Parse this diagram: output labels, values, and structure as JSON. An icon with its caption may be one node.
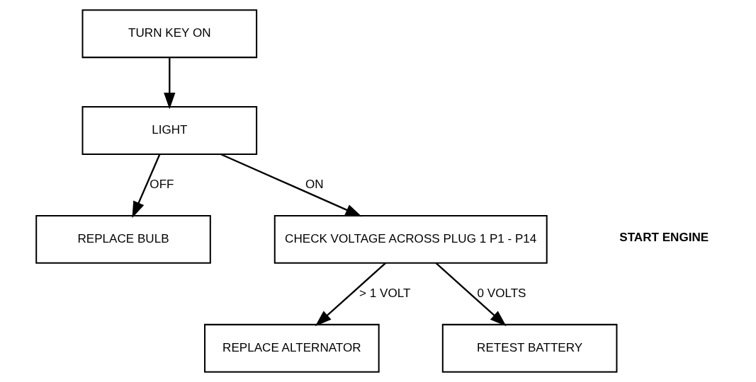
{
  "diagram": {
    "nodes": [
      {
        "text": [
          "TURN KEY ON"
        ]
      },
      {
        "text": [
          "LIGHT"
        ]
      },
      {
        "text": [
          "REPLACE BULB"
        ]
      },
      {
        "text": [
          "CHECK VOLTAGE ACROSS PLUG 1 P1 - P14"
        ]
      },
      {
        "text": [
          "REPLACE ALTERNATOR"
        ]
      },
      {
        "text": [
          "RETEST BATTERY"
        ]
      }
    ],
    "edges": [
      {
        "from": 0,
        "to": 1,
        "arrow": "to"
      },
      {
        "from": 1,
        "to": 2,
        "arrow": "to",
        "label": "OFF"
      },
      {
        "from": 1,
        "to": 3,
        "arrow": "to",
        "label": "ON"
      },
      {
        "from": 3,
        "to": 4,
        "arrow": "to",
        "label": "> 1 VOLT"
      },
      {
        "from": 3,
        "to": 5,
        "arrow": "to",
        "label": "0 VOLTS"
      }
    ],
    "labels": [
      "START ENGINE"
    ]
  }
}
